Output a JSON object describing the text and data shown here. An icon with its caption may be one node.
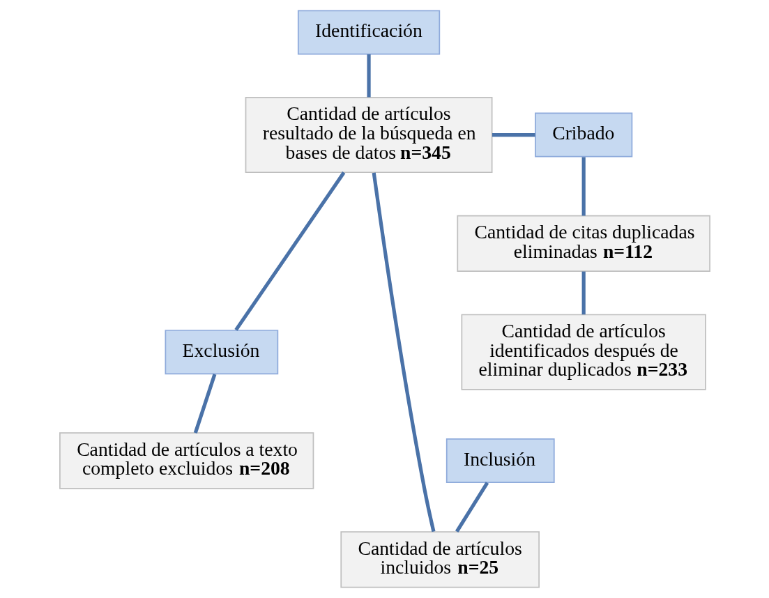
{
  "diagram": {
    "nodes": [
      {
        "text": [
          "Identificación"
        ]
      },
      {
        "text": [
          "Cantidad de artículos resultado de la búsqueda en bases de datos **n=345**"
        ]
      },
      {
        "text": [
          "Cribado"
        ]
      },
      {
        "text": [
          "Cantidad de citas duplicadas eliminadas **n=112**"
        ]
      },
      {
        "text": [
          "Cantidad de artículos identificados después de eliminar duplicados **n=233**"
        ]
      },
      {
        "text": [
          "Exclusión"
        ]
      },
      {
        "text": [
          "Cantidad de artículos a texto completo excluidos **n=208**"
        ]
      },
      {
        "text": [
          "Inclusión"
        ]
      },
      {
        "text": [
          "Cantidad de artículos incluidos **n=25**"
        ]
      }
    ],
    "edges": [
      {
        "from": 0,
        "to": 1,
        "arrow": "none"
      },
      {
        "from": 1,
        "to": 2,
        "arrow": "none"
      },
      {
        "from": 2,
        "to": 3,
        "arrow": "none"
      },
      {
        "from": 3,
        "to": 4,
        "arrow": "none"
      },
      {
        "from": 1,
        "to": 5,
        "arrow": "none"
      },
      {
        "from": 5,
        "to": 6,
        "arrow": "none"
      },
      {
        "from": 1,
        "to": 8,
        "arrow": "none"
      },
      {
        "from": 7,
        "to": 8,
        "arrow": "none"
      }
    ]
  }
}
